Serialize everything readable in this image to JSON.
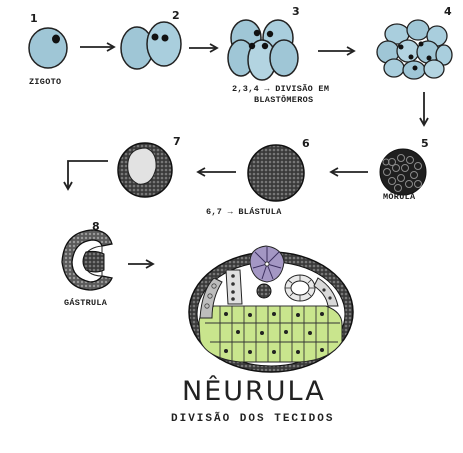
{
  "stages": [
    {
      "number": "1",
      "caption": "ZIGOTO"
    },
    {
      "number": "2",
      "caption": ""
    },
    {
      "number": "3",
      "caption": "2,3,4 → DIVISÃO EM",
      "caption2": "BLASTÔMEROS"
    },
    {
      "number": "4",
      "caption": ""
    },
    {
      "number": "5",
      "caption": "MÓRULA"
    },
    {
      "number": "6",
      "caption": "6,7 → BLÁSTULA"
    },
    {
      "number": "7",
      "caption": ""
    },
    {
      "number": "8",
      "caption": "GÁSTRULA"
    }
  ],
  "final_stage": {
    "title": "NÊURULA",
    "subtitle": "DIVISÃO DOS TECIDOS"
  },
  "colors": {
    "cell_blue": "#9fc6d6",
    "cell_dark": "#3d3d3d",
    "green": "#c9e58d",
    "purple": "#a497c4",
    "outline": "#222222"
  }
}
